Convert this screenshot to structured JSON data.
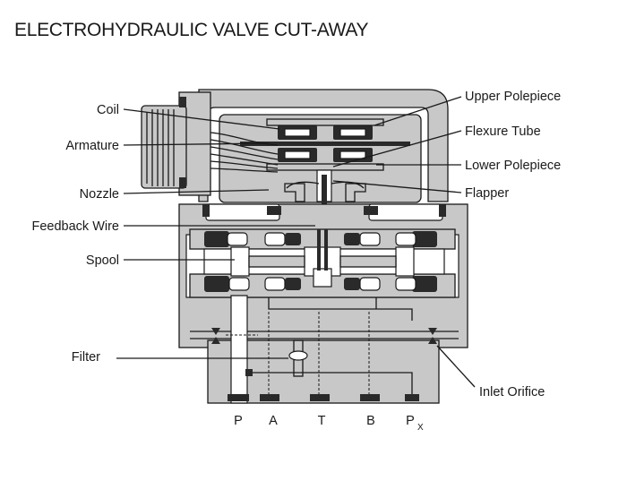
{
  "title": "ELECTROHYDRAULIC VALVE CUT-AWAY",
  "labels": {
    "coil": "Coil",
    "armature": "Armature",
    "nozzle": "Nozzle",
    "feedback_wire": "Feedback Wire",
    "spool": "Spool",
    "filter": "Filter",
    "upper_polepiece": "Upper Polepiece",
    "flexure_tube": "Flexure Tube",
    "lower_polepiece": "Lower Polepiece",
    "flapper": "Flapper",
    "inlet_orifice": "Inlet Orifice"
  },
  "ports": {
    "p": "P",
    "a": "A",
    "t": "T",
    "b": "B",
    "px": "P",
    "px_sub": "X"
  }
}
